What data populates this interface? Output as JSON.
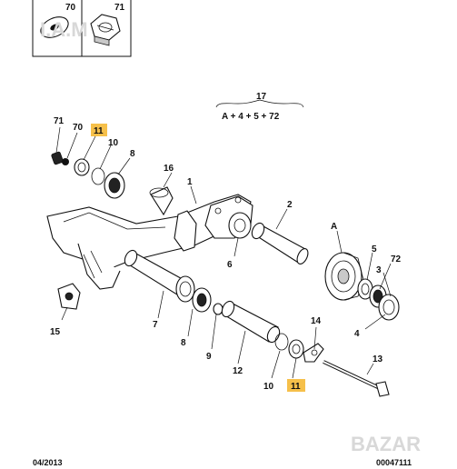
{
  "top_panels": [
    {
      "label": "70",
      "icon": "washer-icon"
    },
    {
      "label": "71",
      "icon": "nut-icon"
    }
  ],
  "assembly": {
    "number": "17",
    "formula": "A + 4 + 5 + 72"
  },
  "callouts": [
    {
      "key": "71a",
      "text": "71",
      "highlight": false
    },
    {
      "key": "70a",
      "text": "70",
      "highlight": false
    },
    {
      "key": "11a",
      "text": "11",
      "highlight": true
    },
    {
      "key": "10a",
      "text": "10",
      "highlight": false
    },
    {
      "key": "8a",
      "text": "8",
      "highlight": false
    },
    {
      "key": "16",
      "text": "16",
      "highlight": false
    },
    {
      "key": "1",
      "text": "1",
      "highlight": false
    },
    {
      "key": "2",
      "text": "2",
      "highlight": false
    },
    {
      "key": "6",
      "text": "6",
      "highlight": false
    },
    {
      "key": "A",
      "text": "A",
      "highlight": false
    },
    {
      "key": "5",
      "text": "5",
      "highlight": false
    },
    {
      "key": "72",
      "text": "72",
      "highlight": false
    },
    {
      "key": "3",
      "text": "3",
      "highlight": false
    },
    {
      "key": "4",
      "text": "4",
      "highlight": false
    },
    {
      "key": "15",
      "text": "15",
      "highlight": false
    },
    {
      "key": "7",
      "text": "7",
      "highlight": false
    },
    {
      "key": "8b",
      "text": "8",
      "highlight": false
    },
    {
      "key": "9",
      "text": "9",
      "highlight": false
    },
    {
      "key": "12",
      "text": "12",
      "highlight": false
    },
    {
      "key": "10b",
      "text": "10",
      "highlight": false
    },
    {
      "key": "11b",
      "text": "11",
      "highlight": true
    },
    {
      "key": "14",
      "text": "14",
      "highlight": false
    },
    {
      "key": "13",
      "text": "13",
      "highlight": false
    }
  ],
  "footer": {
    "date": "04/2013",
    "doc_number": "00047111"
  },
  "watermark": {
    "top_left": "I.A.M",
    "bottom_right": "BAZAR"
  },
  "colors": {
    "highlight": "#f6c04a",
    "ink": "#111111"
  }
}
